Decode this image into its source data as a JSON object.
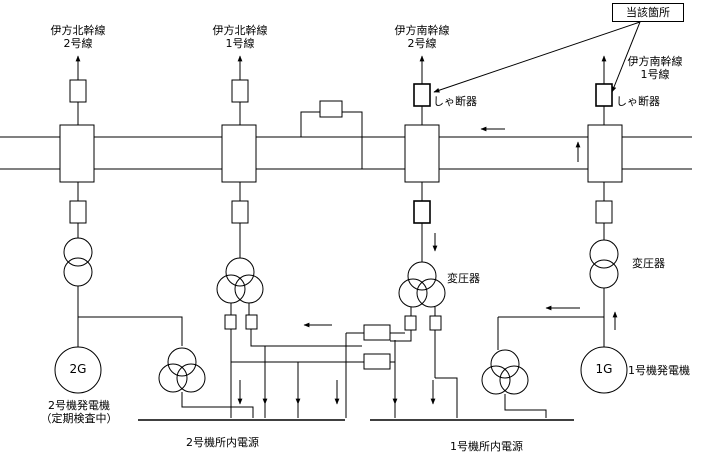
{
  "lines": {
    "kita2": [
      "伊方北幹線",
      "2号線"
    ],
    "kita1": [
      "伊方北幹線",
      "1号線"
    ],
    "minami2": [
      "伊方南幹線",
      "2号線"
    ],
    "minami1": [
      "伊方南幹線",
      "1号線"
    ]
  },
  "callout": "当該箇所",
  "labels": {
    "breaker_a": "しゃ断器",
    "breaker_b": "しゃ断器",
    "transformer_a": "変圧器",
    "transformer_b": "変圧器",
    "gen2": "2G",
    "gen1": "1G",
    "gen2_caption": [
      "2号機発電機",
      "（定期検査中）"
    ],
    "gen1_caption": "1号機発電機",
    "house2": "2号機所内電源",
    "house1": "1号機所内電源"
  },
  "colors": {
    "line": "#000000",
    "background": "#ffffff"
  }
}
